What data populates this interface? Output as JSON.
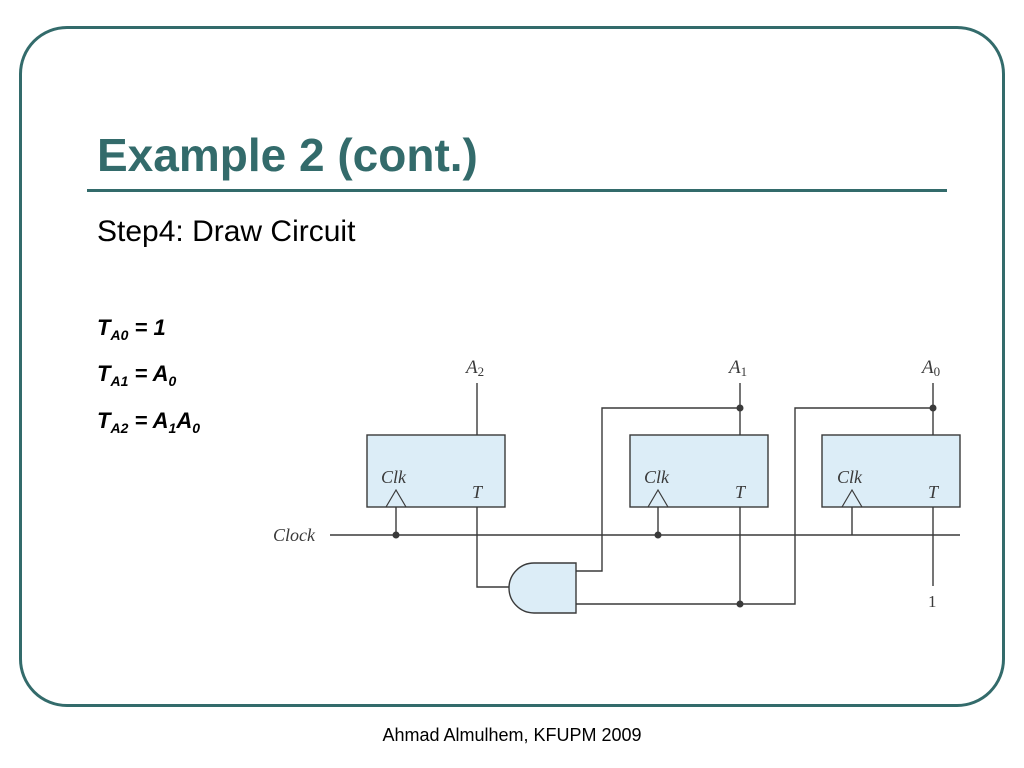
{
  "slide": {
    "title": "Example 2 (cont.)",
    "subtitle": "Step4: Draw Circuit",
    "equations": [
      {
        "lhs": "T",
        "lhs_sub": "A0",
        "rhs": "1"
      },
      {
        "lhs": "T",
        "lhs_sub": "A1",
        "rhs": "A",
        "rhs_sub": "0"
      },
      {
        "lhs": "T",
        "lhs_sub": "A2",
        "rhs": "A",
        "rhs_sub": "1",
        "rhs2": "A",
        "rhs2_sub": "0"
      }
    ],
    "footer": "Ahmad Almulhem, KFUPM 2009"
  },
  "colors": {
    "accent": "#336b6b",
    "ff_fill": "#dcedf7",
    "wire": "#3a3a3a"
  },
  "circuit": {
    "outputs": [
      {
        "name": "A",
        "sub": "2"
      },
      {
        "name": "A",
        "sub": "1"
      },
      {
        "name": "A",
        "sub": "0"
      }
    ],
    "flipflops": [
      {
        "clk_label": "Clk",
        "t_label": "T"
      },
      {
        "clk_label": "Clk",
        "t_label": "T"
      },
      {
        "clk_label": "Clk",
        "t_label": "T"
      }
    ],
    "clock_label": "Clock",
    "const_input": "1",
    "gate": "AND"
  }
}
